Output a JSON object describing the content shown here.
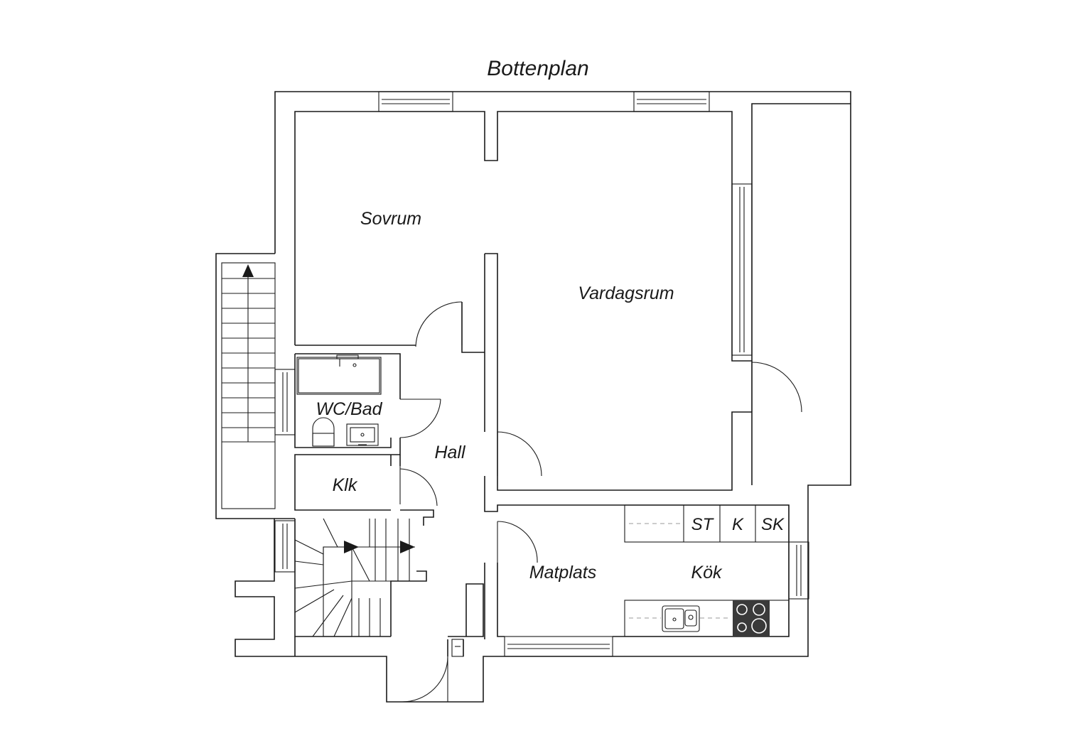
{
  "title": "Bottenplan",
  "rooms": {
    "sovrum": "Sovrum",
    "vardagsrum": "Vardagsrum",
    "wc_bad": "WC/Bad",
    "hall": "Hall",
    "klk": "Klk",
    "matplats": "Matplats",
    "kok": "Kök"
  },
  "appliances": {
    "st": "ST",
    "k": "K",
    "sk": "SK"
  },
  "colors": {
    "line": "#1a1a1a",
    "stove": "#3a3a3a",
    "dashed": "#9a9a9a",
    "background": "#ffffff"
  }
}
